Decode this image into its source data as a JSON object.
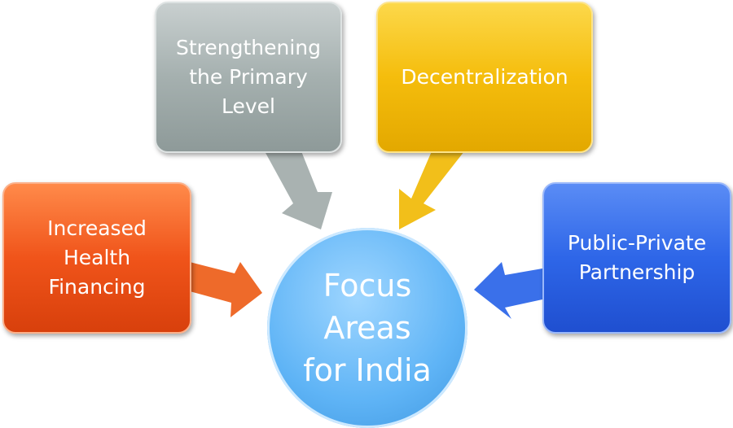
{
  "center": {
    "label": "Focus Areas for India"
  },
  "boxes": [
    {
      "label": "Increased Health Financing",
      "color": "#f0541a"
    },
    {
      "label": "Strengthening the Primary Level",
      "color": "#a5b0af"
    },
    {
      "label": "Decentralization",
      "color": "#f5bd0c"
    },
    {
      "label": "Public-Private Partnership",
      "color": "#2e66e8"
    }
  ]
}
